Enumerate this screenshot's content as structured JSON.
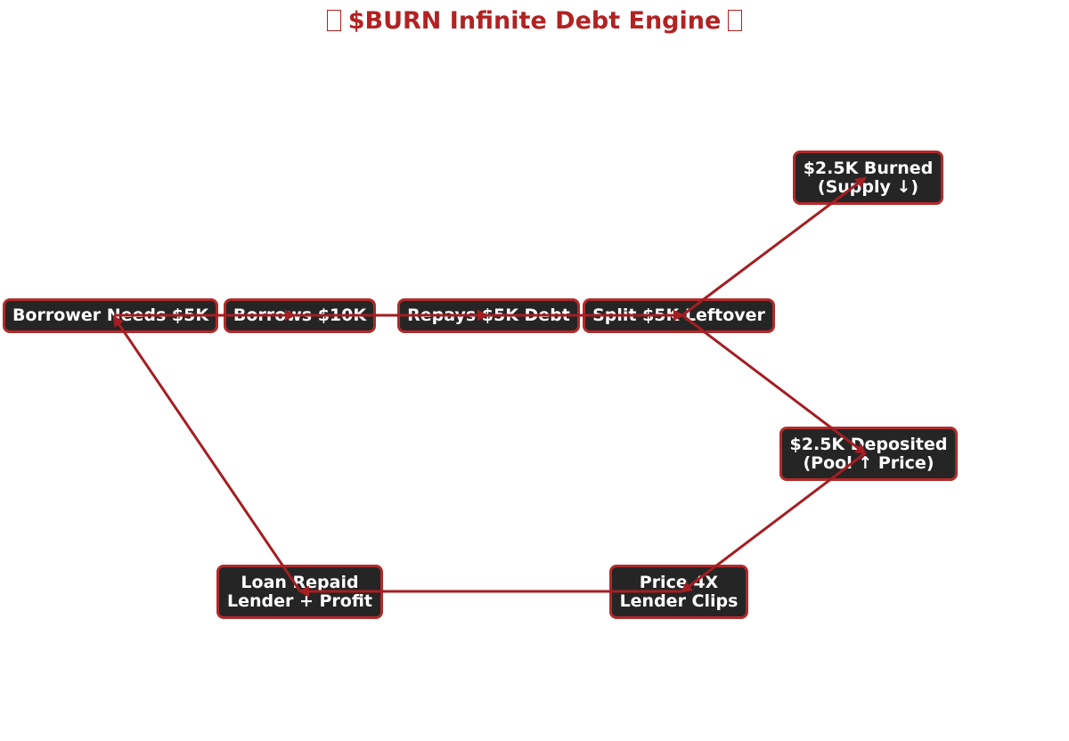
{
  "title": {
    "text": "$BURN Infinite Debt Engine",
    "left_glyph": "missing-glyph-box",
    "right_glyph": "missing-glyph-box"
  },
  "colors": {
    "title": "#b22222",
    "node_fill": "#252525",
    "node_border": "#b22a2a",
    "node_text": "#ffffff",
    "arrow": "#a41e22"
  },
  "nodes": [
    {
      "id": "need",
      "lines": [
        "Borrower Needs $5K"
      ]
    },
    {
      "id": "borrow",
      "lines": [
        "Borrows $10K"
      ]
    },
    {
      "id": "repay",
      "lines": [
        "Repays $5K Debt"
      ]
    },
    {
      "id": "split",
      "lines": [
        "Split $5K Leftover"
      ]
    },
    {
      "id": "burned",
      "lines": [
        "$2.5K Burned",
        "(Supply ↓)"
      ]
    },
    {
      "id": "deposited",
      "lines": [
        "$2.5K Deposited",
        "(Pool ↑ Price)"
      ]
    },
    {
      "id": "clips",
      "lines": [
        "Price 4X",
        "Lender Clips"
      ]
    },
    {
      "id": "repaid",
      "lines": [
        "Loan Repaid",
        "Lender + Profit"
      ]
    }
  ],
  "edges": [
    {
      "from": "need",
      "to": "borrow"
    },
    {
      "from": "borrow",
      "to": "repay"
    },
    {
      "from": "repay",
      "to": "split"
    },
    {
      "from": "split",
      "to": "burned"
    },
    {
      "from": "split",
      "to": "deposited"
    },
    {
      "from": "deposited",
      "to": "clips"
    },
    {
      "from": "clips",
      "to": "repaid"
    },
    {
      "from": "repaid",
      "to": "need"
    }
  ]
}
